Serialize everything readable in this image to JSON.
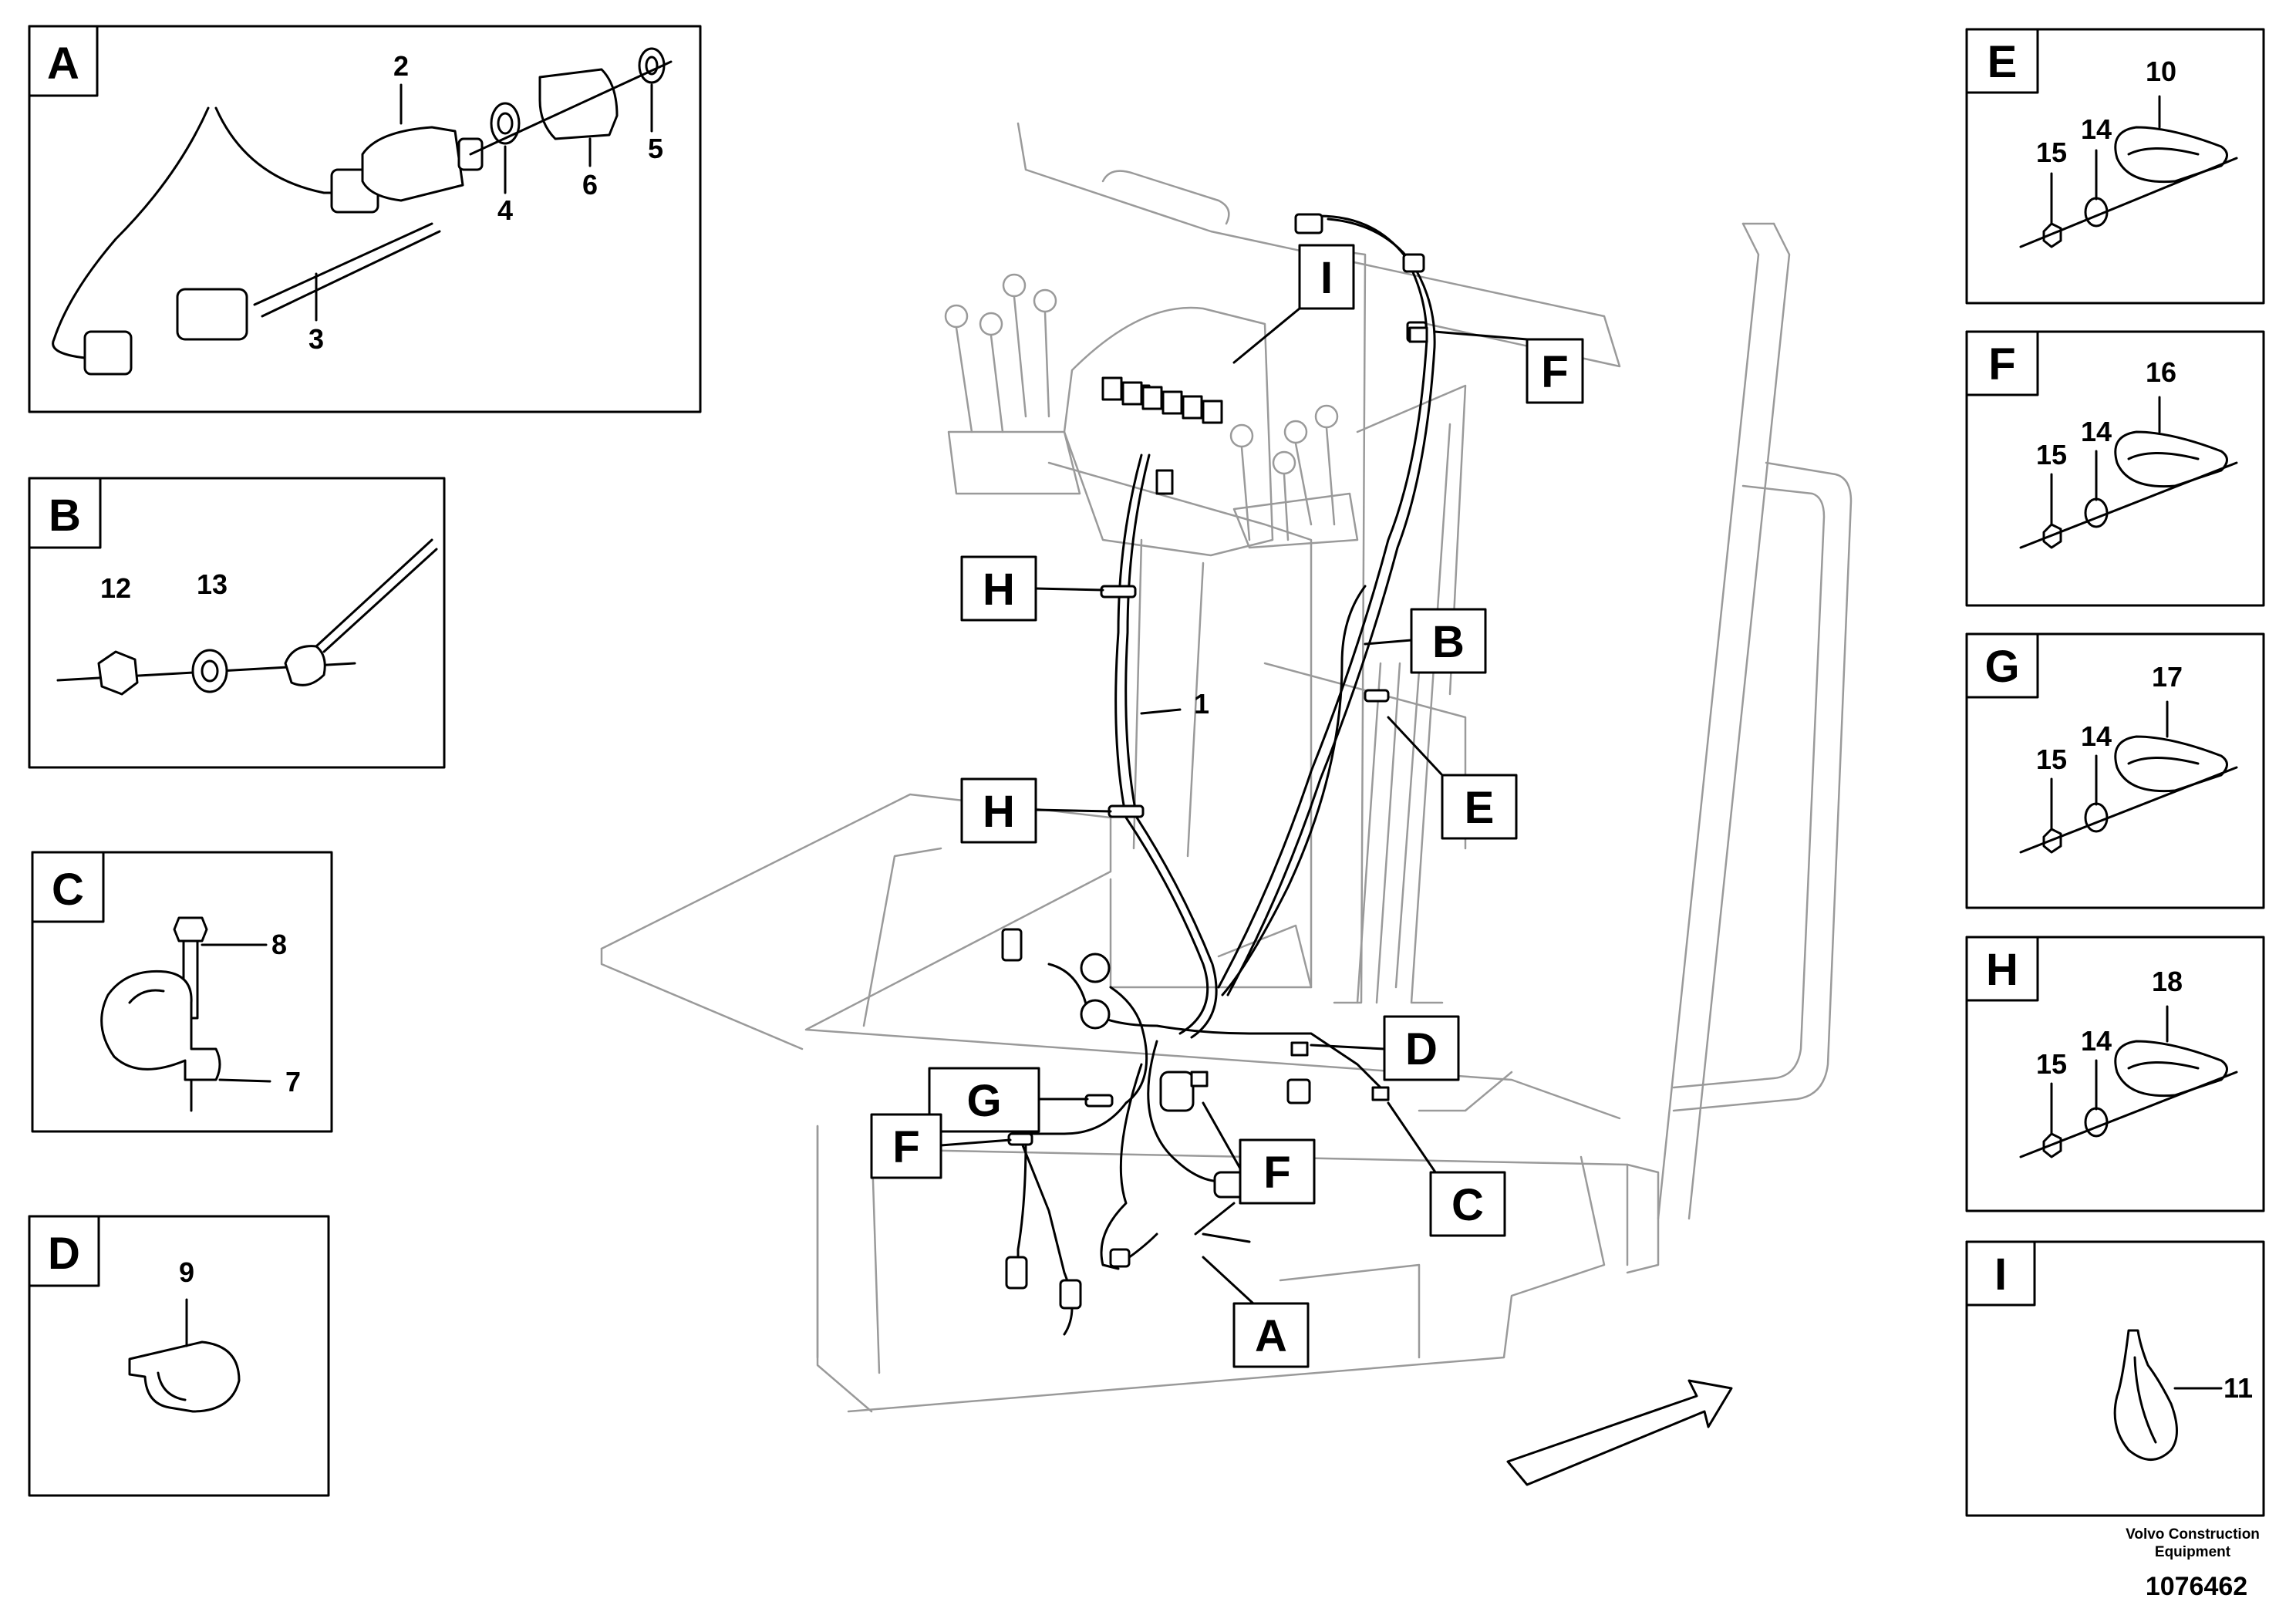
{
  "detail_boxes": {
    "A": {
      "label": "A",
      "parts": [
        "2",
        "3",
        "4",
        "5",
        "6"
      ]
    },
    "B": {
      "label": "B",
      "parts": [
        "12",
        "13"
      ]
    },
    "C": {
      "label": "C",
      "parts": [
        "8",
        "7"
      ]
    },
    "D": {
      "label": "D",
      "parts": [
        "9"
      ]
    },
    "E": {
      "label": "E",
      "parts": [
        "10",
        "14",
        "15"
      ]
    },
    "F": {
      "label": "F",
      "parts": [
        "16",
        "14",
        "15"
      ]
    },
    "G": {
      "label": "G",
      "parts": [
        "17",
        "14",
        "15"
      ]
    },
    "H": {
      "label": "H",
      "parts": [
        "18",
        "14",
        "15"
      ]
    },
    "I": {
      "label": "I",
      "parts": [
        "11"
      ]
    }
  },
  "main_callouts": {
    "I": "I",
    "F_top": "F",
    "H_upper": "H",
    "B": "B",
    "E": "E",
    "H_lower": "H",
    "D": "D",
    "G": "G",
    "F_left": "F",
    "F_center": "F",
    "C": "C",
    "A": "A",
    "harness_number": "1"
  },
  "footer": {
    "brand_line1": "Volvo Construction",
    "brand_line2": "Equipment",
    "doc_number": "1076462"
  },
  "icons": [
    "direction-arrow-icon"
  ]
}
